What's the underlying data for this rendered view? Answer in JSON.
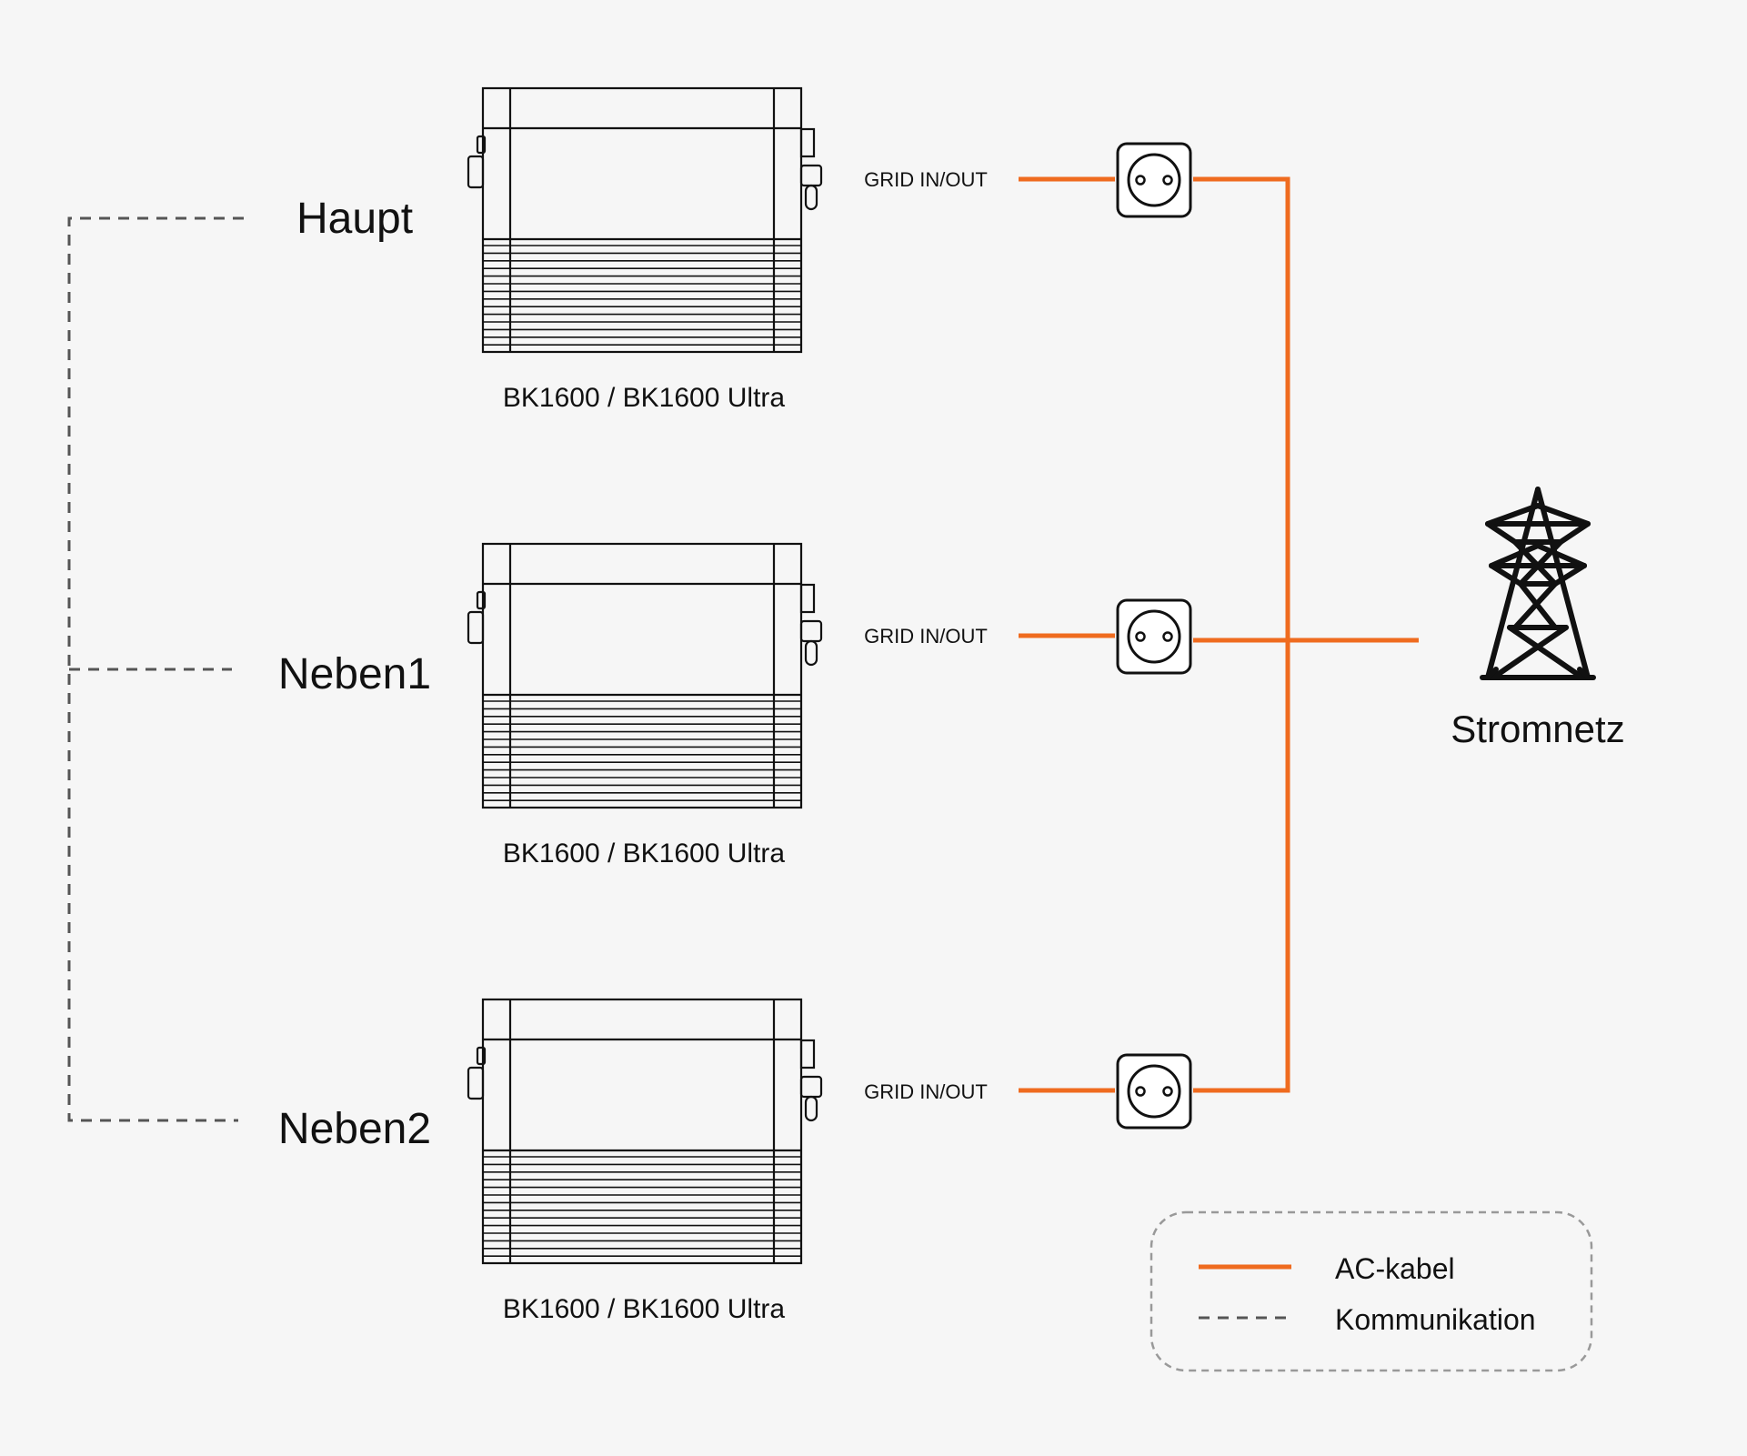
{
  "colors": {
    "ac_cable": "#ef6b1f",
    "communication": "#555555",
    "outline": "#111111",
    "background": "#f6f6f6"
  },
  "units": [
    {
      "role": "Haupt",
      "model": "BK1600 / BK1600 Ultra",
      "port": "GRID IN/OUT",
      "icon": "battery-unit-icon"
    },
    {
      "role": "Neben1",
      "model": "BK1600 / BK1600 Ultra",
      "port": "GRID IN/OUT",
      "icon": "battery-unit-icon"
    },
    {
      "role": "Neben2",
      "model": "BK1600 / BK1600 Ultra",
      "port": "GRID IN/OUT",
      "icon": "battery-unit-icon"
    }
  ],
  "grid": {
    "label": "Stromnetz",
    "icon": "power-tower-icon"
  },
  "socket_icon": "power-socket-icon",
  "legend": {
    "ac_cable": "AC-kabel",
    "communication": "Kommunikation"
  }
}
